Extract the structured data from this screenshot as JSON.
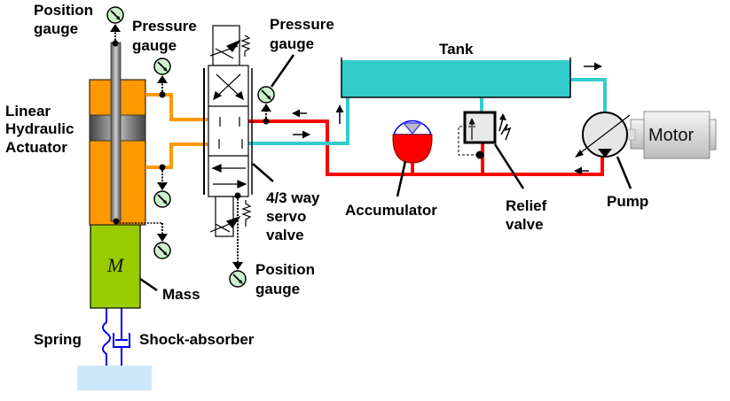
{
  "title": "Hydraulic actuator system with mass-spring-damper load",
  "colors": {
    "pressure_line": "#ff0000",
    "return_line": "#33cccc",
    "actuator_line": "#ff9900",
    "actuator_body": "#ff9900",
    "mass": "#99cc00",
    "ground": "#cce8fa",
    "gauge_face": "#ccf2cc",
    "spring_blue": "#0000ee"
  },
  "labels": {
    "position_gauge_top": [
      "Position",
      "gauge"
    ],
    "pressure_gauge_left": [
      "Pressure",
      "gauge"
    ],
    "pressure_gauge_right": [
      "Pressure",
      "gauge"
    ],
    "actuator": [
      "Linear",
      "Hydraulic",
      "Actuator"
    ],
    "servo_valve": [
      "4/3 way",
      "servo",
      "valve"
    ],
    "position_gauge_bottom": [
      "Position",
      "gauge"
    ],
    "mass": "Mass",
    "mass_symbol": "M",
    "spring": "Spring",
    "shock_absorber": "Shock-absorber",
    "tank": "Tank",
    "accumulator": "Accumulator",
    "relief_valve": [
      "Relief",
      "valve"
    ],
    "pump": "Pump",
    "motor": "Motor"
  },
  "components": [
    {
      "id": "linear-hydraulic-actuator",
      "type": "actuator"
    },
    {
      "id": "servo-valve",
      "type": "4/3 way servo valve"
    },
    {
      "id": "tank",
      "type": "reservoir"
    },
    {
      "id": "accumulator",
      "type": "accumulator"
    },
    {
      "id": "relief-valve",
      "type": "relief valve"
    },
    {
      "id": "pump",
      "type": "pump"
    },
    {
      "id": "motor",
      "type": "motor"
    },
    {
      "id": "mass",
      "type": "mass"
    },
    {
      "id": "spring",
      "type": "spring"
    },
    {
      "id": "shock-absorber",
      "type": "damper"
    },
    {
      "id": "gauges",
      "count": 6,
      "types": [
        "position",
        "pressure",
        "pressure",
        "pressure",
        "position",
        "position"
      ]
    }
  ]
}
